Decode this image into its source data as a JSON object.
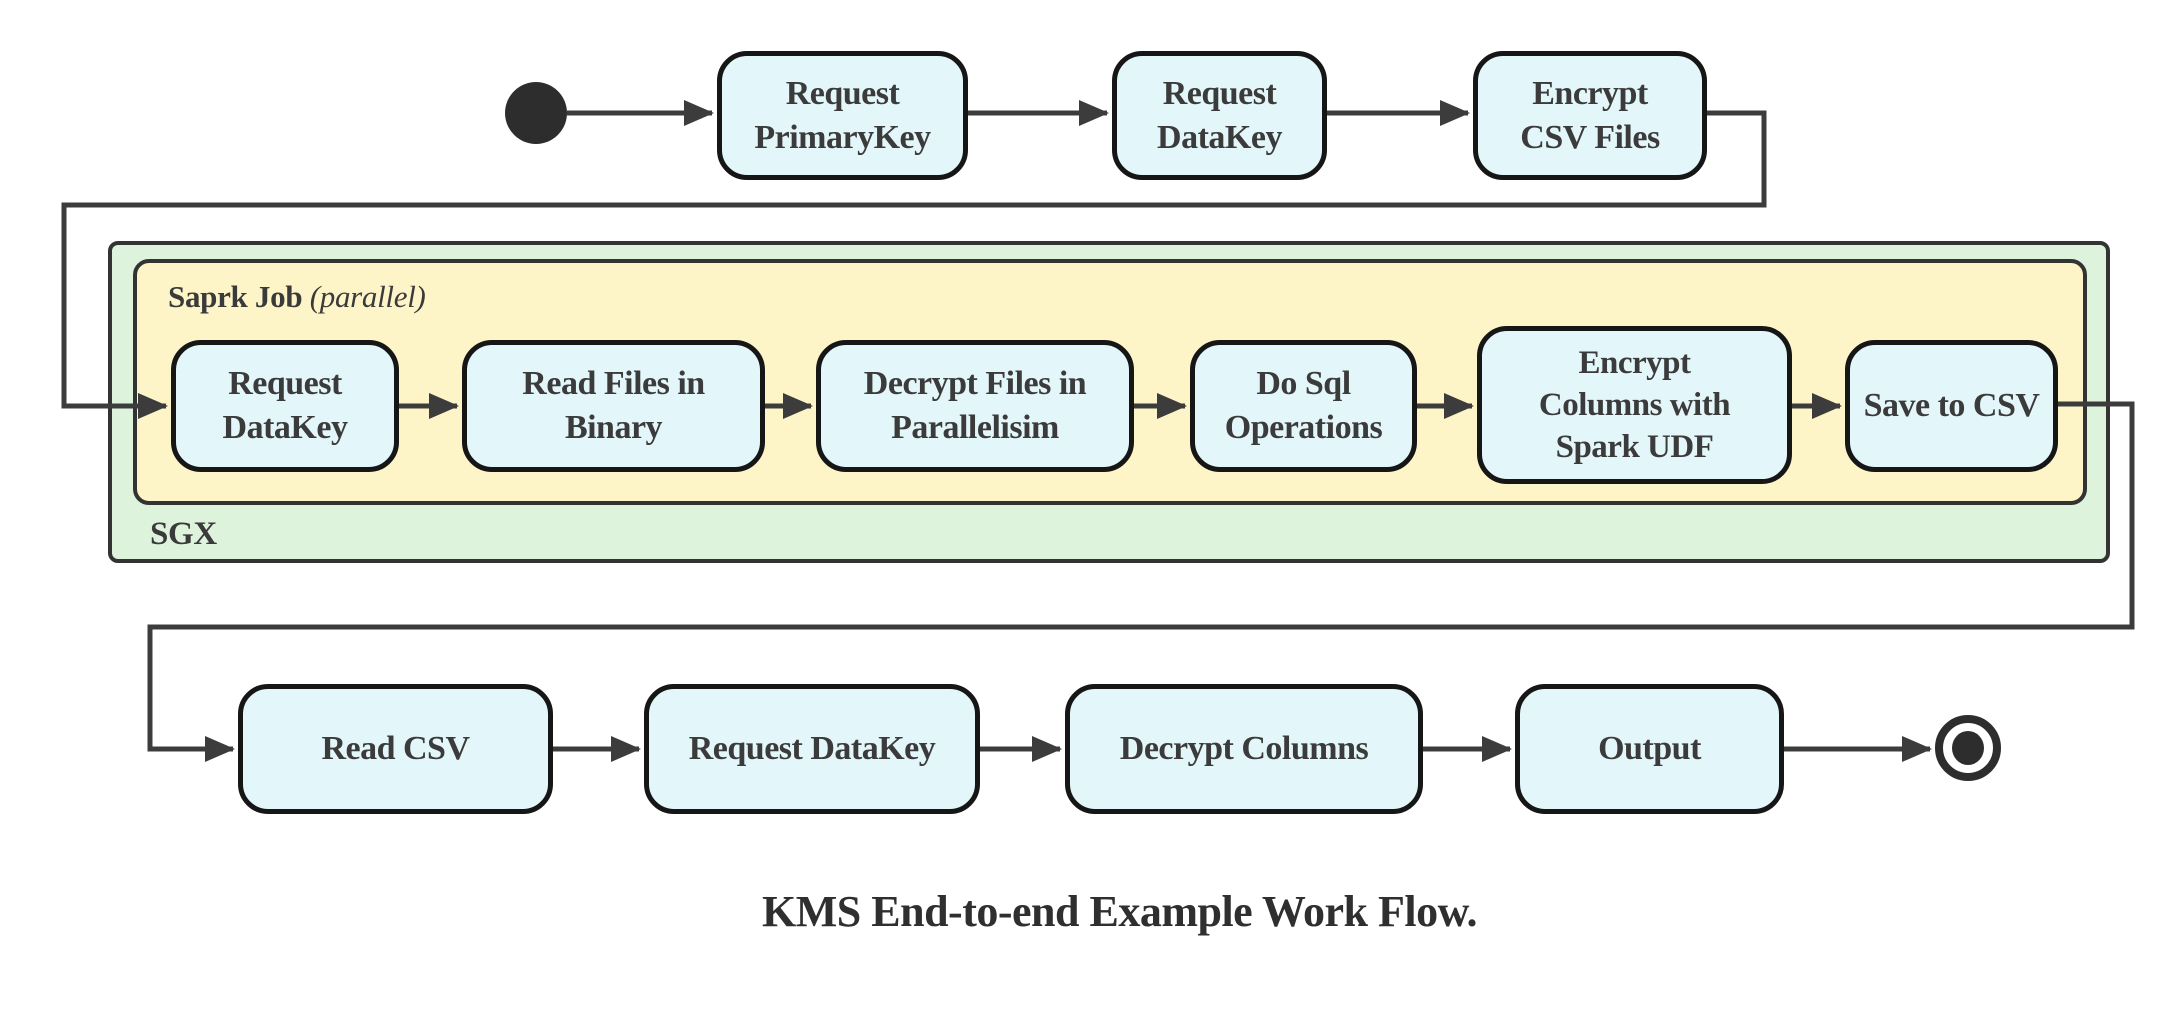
{
  "diagram": {
    "caption": "KMS End-to-end Example Work Flow.",
    "type": "activity-workflow-diagram",
    "colors": {
      "node_fill": "#e3f6fa",
      "node_border": "#161616",
      "sgx_container_fill": "#ddf3dc",
      "spark_container_fill": "#fdf5c8",
      "container_border": "#333333",
      "edge_color": "#3c3c3c",
      "text_color": "#3b3b3b",
      "start_end_color": "#2d2d2d"
    },
    "containers": {
      "sgx": {
        "label": "SGX"
      },
      "spark_job": {
        "label_bold": "Saprk Job",
        "label_italic": "(parallel)"
      }
    },
    "nodes": {
      "top_request_primarykey": {
        "label": "Request\nPrimaryKey"
      },
      "top_request_datakey": {
        "label": "Request\nDataKey"
      },
      "top_encrypt_csv": {
        "label": "Encrypt\nCSV Files"
      },
      "mid_request_datakey": {
        "label": "Request\nDataKey"
      },
      "mid_read_files": {
        "label": "Read Files in\nBinary"
      },
      "mid_decrypt_files": {
        "label": "Decrypt Files in\nParallelisim"
      },
      "mid_do_sql": {
        "label": "Do Sql\nOperations"
      },
      "mid_encrypt_columns": {
        "label": "Encrypt\nColumns with\nSpark UDF"
      },
      "mid_save_csv": {
        "label": "Save to CSV"
      },
      "bot_read_csv": {
        "label": "Read CSV"
      },
      "bot_request_datakey": {
        "label": "Request DataKey"
      },
      "bot_decrypt_columns": {
        "label": "Decrypt Columns"
      },
      "bot_output": {
        "label": "Output"
      }
    },
    "edges": [
      "start -> top_request_primarykey",
      "top_request_primarykey -> top_request_datakey",
      "top_request_datakey -> top_encrypt_csv",
      "top_encrypt_csv -> mid_request_datakey",
      "mid_request_datakey -> mid_read_files",
      "mid_read_files -> mid_decrypt_files",
      "mid_decrypt_files -> mid_do_sql",
      "mid_do_sql -> mid_encrypt_columns",
      "mid_encrypt_columns -> mid_save_csv",
      "mid_save_csv -> bot_read_csv",
      "bot_read_csv -> bot_request_datakey",
      "bot_request_datakey -> bot_decrypt_columns",
      "bot_decrypt_columns -> bot_output",
      "bot_output -> end"
    ]
  }
}
